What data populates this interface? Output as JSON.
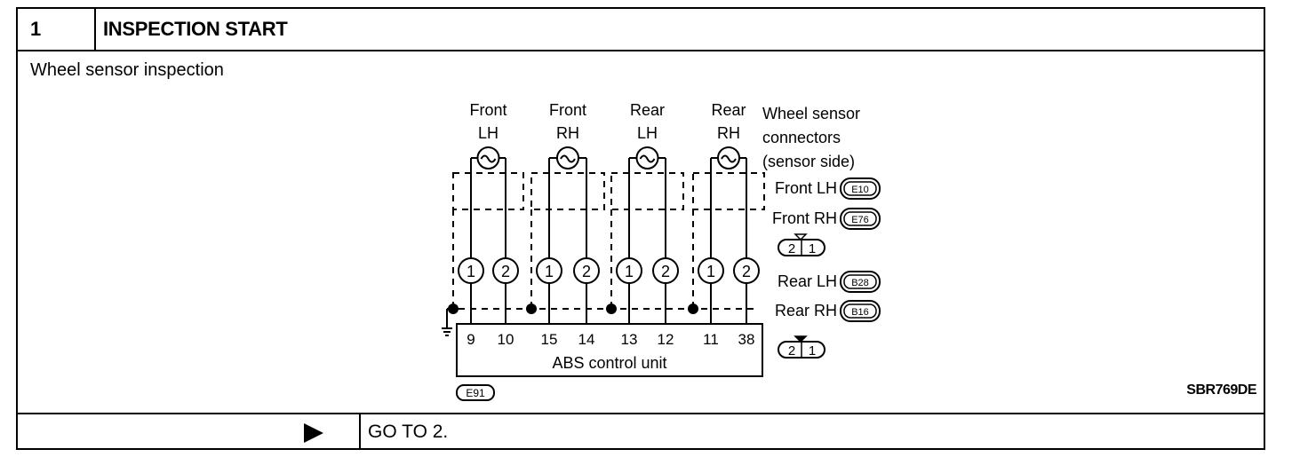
{
  "step": {
    "number": "1",
    "title": "INSPECTION START"
  },
  "content": {
    "subtitle": "Wheel sensor inspection",
    "figure_code": "SBR769DE"
  },
  "diagram": {
    "sensors": [
      {
        "line1": "Front",
        "line2": "LH",
        "terminals": [
          "9",
          "10"
        ]
      },
      {
        "line1": "Front",
        "line2": "RH",
        "terminals": [
          "15",
          "14"
        ]
      },
      {
        "line1": "Rear",
        "line2": "LH",
        "terminals": [
          "13",
          "12"
        ]
      },
      {
        "line1": "Rear",
        "line2": "RH",
        "terminals": [
          "11",
          "38"
        ]
      }
    ],
    "pin_labels": [
      "1",
      "2"
    ],
    "control_unit_label": "ABS control unit",
    "control_unit_connector": "E91",
    "legend_title": [
      "Wheel sensor",
      "connectors",
      "(sensor side)"
    ],
    "connectors": [
      {
        "label": "Front LH",
        "code": "E10"
      },
      {
        "label": "Front RH",
        "code": "E76"
      },
      {
        "label": "Rear LH",
        "code": "B28"
      },
      {
        "label": "Rear RH",
        "code": "B16"
      }
    ],
    "connector_pins": [
      "2",
      "1"
    ]
  },
  "footer": {
    "action": "GO TO 2."
  }
}
